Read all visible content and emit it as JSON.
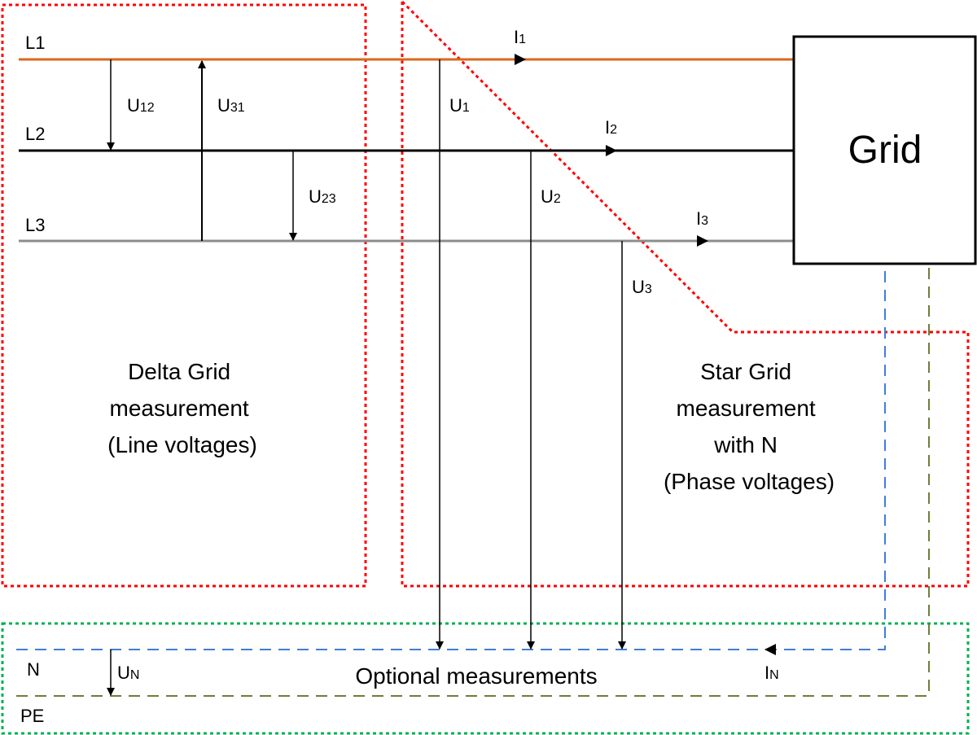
{
  "title": "Grid measurement wiring diagram",
  "colors": {
    "L1": "#d9691a",
    "L2": "#000000",
    "L3": "#8c8c8c",
    "N": "#3f7fd6",
    "PE": "#6b7f3a",
    "delta_box": "#ff0000",
    "star_box": "#ff0000",
    "optional_box": "#00b050"
  },
  "lines": [
    {
      "id": "L1",
      "label": "L1"
    },
    {
      "id": "L2",
      "label": "L2"
    },
    {
      "id": "L3",
      "label": "L3"
    },
    {
      "id": "N",
      "label": "N"
    },
    {
      "id": "PE",
      "label": "PE"
    }
  ],
  "grid_box": {
    "label": "Grid"
  },
  "line_voltages": [
    {
      "main": "U",
      "sub": "12"
    },
    {
      "main": "U",
      "sub": "31"
    },
    {
      "main": "U",
      "sub": "23"
    }
  ],
  "phase_voltages": [
    {
      "main": "U",
      "sub": "1"
    },
    {
      "main": "U",
      "sub": "2"
    },
    {
      "main": "U",
      "sub": "3"
    }
  ],
  "currents": [
    {
      "main": "I",
      "sub": "1"
    },
    {
      "main": "I",
      "sub": "2"
    },
    {
      "main": "I",
      "sub": "3"
    }
  ],
  "neutral": {
    "voltage": {
      "main": "U",
      "sub": "N"
    },
    "current": {
      "main": "I",
      "sub": "N"
    }
  },
  "regions": {
    "delta": [
      "Delta Grid",
      "measurement",
      "(Line voltages)"
    ],
    "star": [
      "Star Grid",
      "measurement",
      "with N",
      "(Phase voltages)"
    ],
    "optional": "Optional measurements"
  }
}
